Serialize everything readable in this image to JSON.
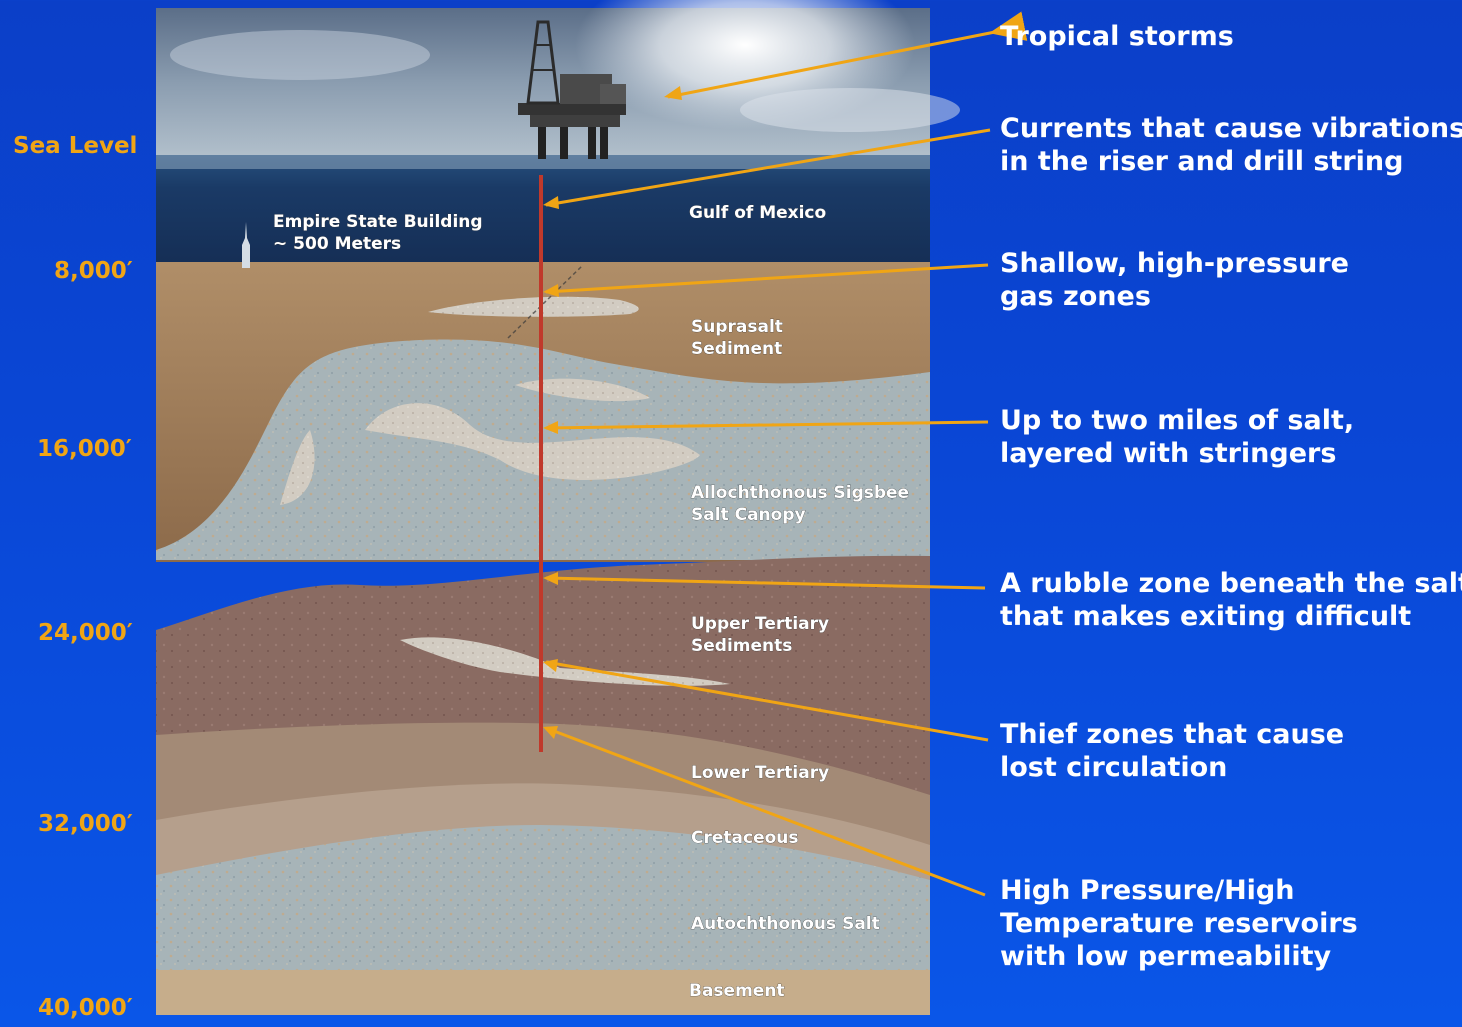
{
  "depth_labels": [
    "Sea Level",
    "8,000′",
    "16,000′",
    "24,000′",
    "32,000′",
    "40,000′"
  ],
  "empire_state": {
    "line1": "Empire State Building",
    "line2": "~ 500 Meters"
  },
  "layers": {
    "gulf": "Gulf of Mexico",
    "suprasalt": [
      "Suprasalt",
      "Sediment"
    ],
    "salt_canopy": [
      "Allochthonous Sigsbee",
      "Salt Canopy"
    ],
    "upper_tertiary": [
      "Upper Tertiary",
      "Sediments"
    ],
    "lower_tertiary": "Lower Tertiary",
    "cretaceous": "Cretaceous",
    "autochthonous": "Autochthonous Salt",
    "basement": "Basement"
  },
  "callouts": [
    {
      "lines": [
        "Tropical storms"
      ]
    },
    {
      "lines": [
        "Currents that cause vibrations",
        "in the riser and drill string"
      ]
    },
    {
      "lines": [
        "Shallow, high-pressure",
        "gas zones"
      ]
    },
    {
      "lines": [
        "Up to two miles of salt,",
        "layered with stringers"
      ]
    },
    {
      "lines": [
        "A rubble zone beneath the salt",
        "that makes exiting difficult"
      ]
    },
    {
      "lines": [
        "Thief zones that cause",
        "lost circulation"
      ]
    },
    {
      "lines": [
        "High Pressure/High",
        "Temperature reservoirs",
        "with low permeability"
      ]
    }
  ],
  "colors": {
    "background": "#0a47d6",
    "depth_label": "#f0a515",
    "callout_text": "#ffffff",
    "leader_line": "#f0a515",
    "drill_string": "#c0392b",
    "ocean": "#1a3a6a",
    "sediment": "#a8855e",
    "salt": "#a9b5b8",
    "upper_tertiary": "#8a6a60"
  }
}
